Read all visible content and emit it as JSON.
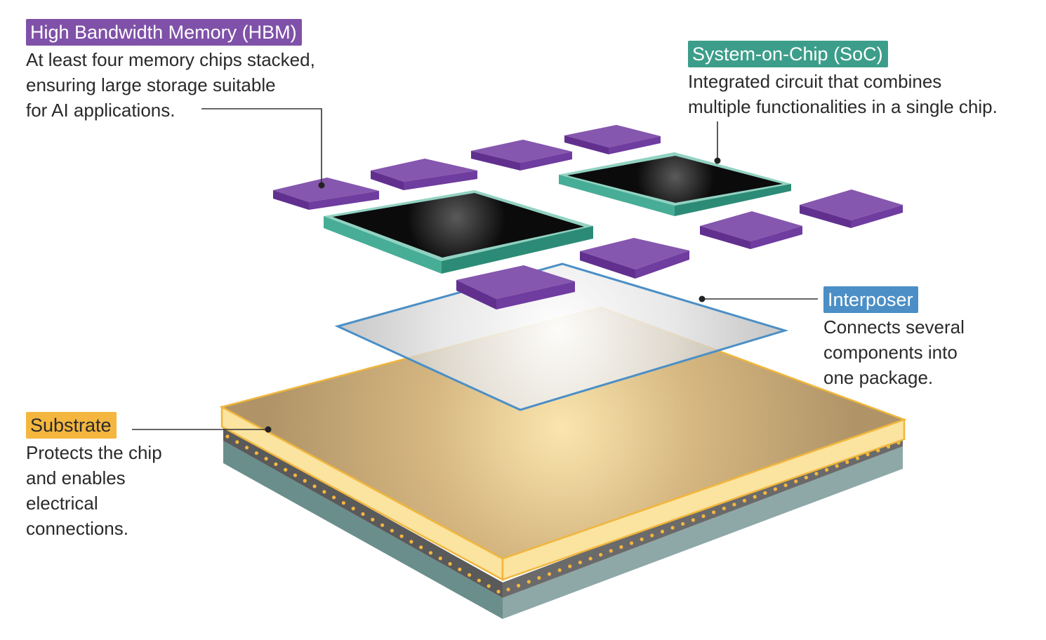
{
  "labels": {
    "hbm": {
      "title": "High Bandwidth Memory (HBM)",
      "lines": [
        "At least four memory chips stacked,",
        "ensuring large storage suitable",
        "for AI applications."
      ]
    },
    "soc": {
      "title": "System-on-Chip (SoC)",
      "lines": [
        "Integrated circuit that combines",
        "multiple functionalities in a single chip."
      ]
    },
    "interposer": {
      "title": "Interposer",
      "lines": [
        "Connects several",
        "components into",
        "one package."
      ]
    },
    "substrate": {
      "title": "Substrate",
      "lines": [
        "Protects the chip",
        "and enables",
        "electrical",
        "connections."
      ]
    }
  },
  "colors": {
    "hbm_purple": "#7f51a8",
    "soc_teal": "#3c9e8a",
    "interposer_blue": "#4b8fc6",
    "substrate_gold": "#f4b63f"
  }
}
